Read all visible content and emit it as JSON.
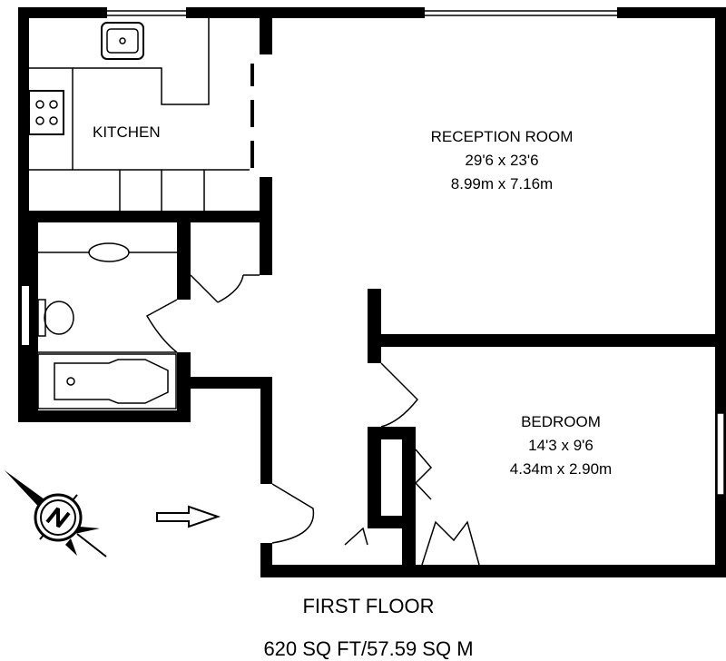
{
  "rooms": {
    "kitchen": {
      "name": "KITCHEN"
    },
    "reception": {
      "name": "RECEPTION ROOM",
      "imperial": "29'6 x 23'6",
      "metric": "8.99m x 7.16m"
    },
    "bedroom": {
      "name": "BEDROOM",
      "imperial": "14'3 x 9'6",
      "metric": "4.34m x 2.90m"
    }
  },
  "floor": {
    "name": "FIRST FLOOR",
    "area": "620 SQ FT/57.59 SQ M"
  },
  "icons": {
    "compass": "compass-north-icon",
    "entrance": "entrance-arrow-icon"
  }
}
